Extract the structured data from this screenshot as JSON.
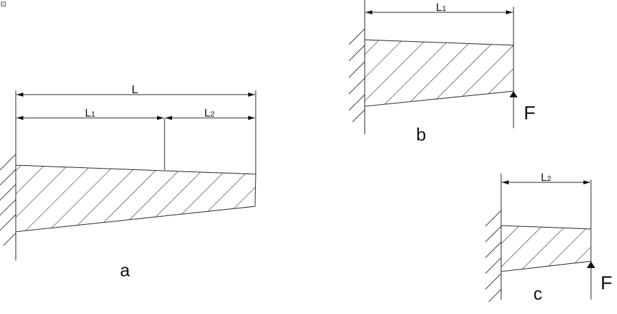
{
  "figure_a": {
    "caption": "a",
    "dim_total": "L",
    "dim_1": {
      "base": "L",
      "sub": "1"
    },
    "dim_2": {
      "base": "L",
      "sub": "2"
    }
  },
  "figure_b": {
    "caption": "b",
    "dim_1": {
      "base": "L",
      "sub": "1"
    },
    "force": "F"
  },
  "figure_c": {
    "caption": "c",
    "dim_2": {
      "base": "L",
      "sub": "2"
    },
    "force": "F"
  },
  "colors": {
    "line": "#222222",
    "background": "#ffffff"
  }
}
